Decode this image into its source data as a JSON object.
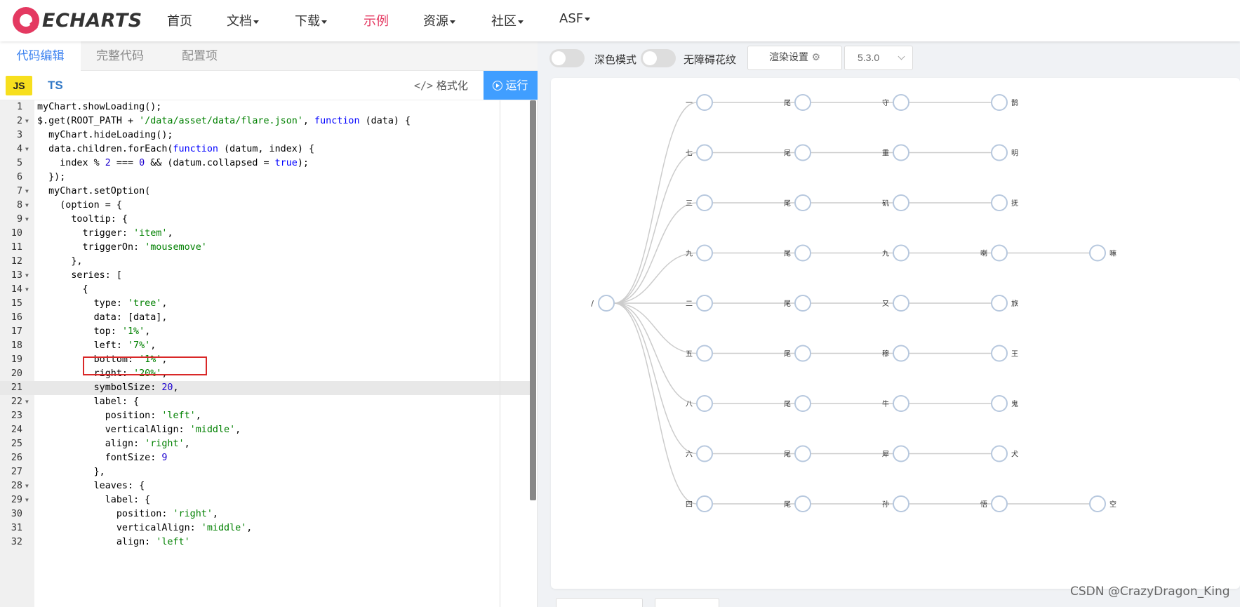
{
  "nav": {
    "logo_text": "ECHARTS",
    "items": [
      {
        "label": "首页",
        "dropdown": false,
        "active": false
      },
      {
        "label": "文档",
        "dropdown": true,
        "active": false
      },
      {
        "label": "下载",
        "dropdown": true,
        "active": false
      },
      {
        "label": "示例",
        "dropdown": false,
        "active": true
      },
      {
        "label": "资源",
        "dropdown": true,
        "active": false
      },
      {
        "label": "社区",
        "dropdown": true,
        "active": false
      },
      {
        "label": "ASF",
        "dropdown": true,
        "active": false
      }
    ],
    "active_color": "#e43961"
  },
  "editor": {
    "tabs": [
      {
        "label": "代码编辑",
        "active": true
      },
      {
        "label": "完整代码",
        "active": false
      },
      {
        "label": "配置项",
        "active": false
      }
    ],
    "lang_js": "JS",
    "lang_ts": "TS",
    "format_label": "格式化",
    "run_label": "运行",
    "active_line": 21,
    "lines": [
      "myChart.showLoading();",
      "$.get(ROOT_PATH + '/data/asset/data/flare.json', function (data) {",
      "  myChart.hideLoading();",
      "  data.children.forEach(function (datum, index) {",
      "    index % 2 === 0 && (datum.collapsed = true);",
      "  });",
      "  myChart.setOption(",
      "    (option = {",
      "      tooltip: {",
      "        trigger: 'item',",
      "        triggerOn: 'mousemove'",
      "      },",
      "      series: [",
      "        {",
      "          type: 'tree',",
      "          data: [data],",
      "          top: '1%',",
      "          left: '7%',",
      "          bottom: '1%',",
      "          right: '20%',",
      "          symbolSize: 20,",
      "          label: {",
      "            position: 'left',",
      "            verticalAlign: 'middle',",
      "            align: 'right',",
      "            fontSize: 9",
      "          },",
      "          leaves: {",
      "            label: {",
      "              position: 'right',",
      "              verticalAlign: 'middle',",
      "              align: 'left'"
    ],
    "fold_lines": [
      2,
      4,
      7,
      8,
      9,
      13,
      14,
      22,
      28,
      29
    ]
  },
  "preview": {
    "dark_mode_label": "深色模式",
    "a11y_label": "无障碍花纹",
    "render_settings_label": "渲染设置",
    "version": "5.3.0"
  },
  "tree": {
    "root_label": "/",
    "node_color": "#b7c8de",
    "link_color": "#cccccc",
    "rows": [
      [
        "一",
        "尾",
        "守",
        "鹊"
      ],
      [
        "七",
        "尾",
        "重",
        "明"
      ],
      [
        "三",
        "尾",
        "矶",
        "抚"
      ],
      [
        "九",
        "尾",
        "九",
        "喇",
        "嘛"
      ],
      [
        "二",
        "尾",
        "又",
        "旅"
      ],
      [
        "五",
        "尾",
        "穆",
        "王"
      ],
      [
        "八",
        "尾",
        "牛",
        "鬼"
      ],
      [
        "六",
        "尾",
        "犀",
        "犬"
      ],
      [
        "四",
        "尾",
        "孙",
        "悟",
        "空"
      ]
    ]
  },
  "watermark": "CSDN @CrazyDragon_King"
}
